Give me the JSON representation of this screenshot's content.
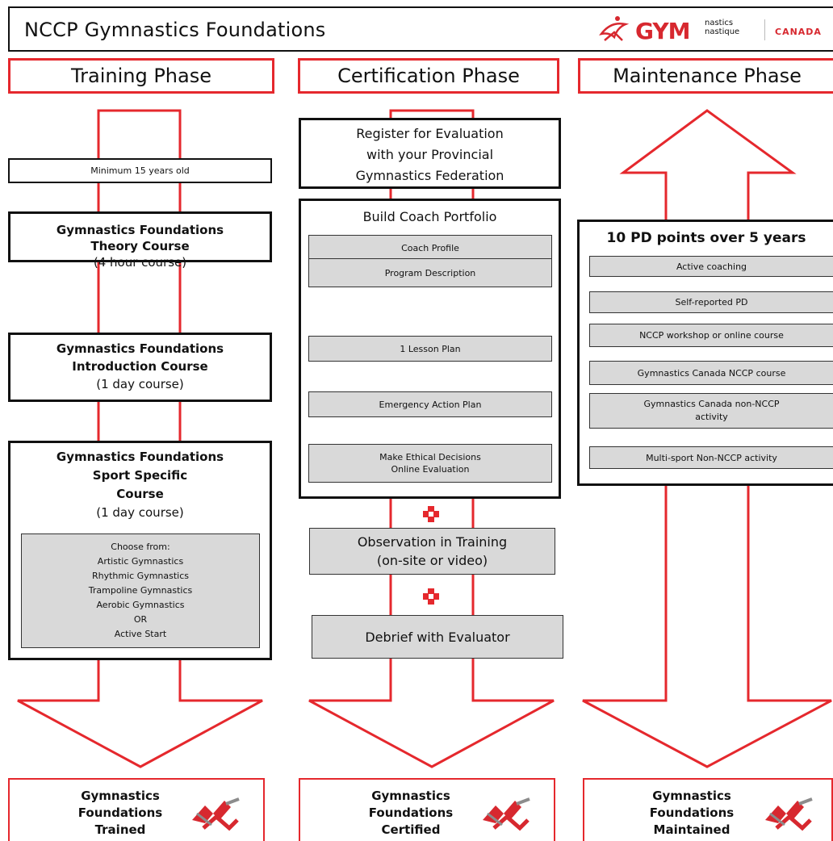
{
  "header": {
    "title": "NCCP Gymnastics Foundations",
    "logo_main": "GYM",
    "logo_small_top": "nastics",
    "logo_small_bottom": "nastique",
    "logo_country": "CANADA"
  },
  "phases": {
    "training": "Training Phase",
    "certification": "Certification Phase",
    "maintenance": "Maintenance Phase"
  },
  "training": {
    "min_age": "Minimum 15 years old",
    "theory": {
      "title1": "Gymnastics Foundations",
      "title2": "Theory Course",
      "duration": "(4 hour course)"
    },
    "intro": {
      "title1": "Gymnastics Foundations",
      "title2": "Introduction Course",
      "duration": "(1 day course)"
    },
    "sport": {
      "title1": "Gymnastics Foundations",
      "title2": "Sport Specific",
      "title3": "Course",
      "duration": "(1 day course)"
    },
    "choose": [
      "Choose from:",
      "Artistic Gymnastics",
      "Rhythmic Gymnastics",
      "Trampoline Gymnastics",
      "Aerobic Gymnastics",
      "OR",
      "Active Start"
    ]
  },
  "certification": {
    "register": [
      "Register for Evaluation",
      "with your Provincial",
      "Gymnastics Federation"
    ],
    "portfolio_title": "Build Coach Portfolio",
    "portfolio_items": [
      "Coach Profile",
      "Program Description",
      "1 Lesson Plan",
      "Emergency Action Plan"
    ],
    "ethics": [
      "Make Ethical Decisions",
      "Online Evaluation"
    ],
    "observation": [
      "Observation in Training",
      "(on-site or video)"
    ],
    "debrief": "Debrief with Evaluator"
  },
  "maintenance": {
    "title": "10 PD points over 5 years",
    "items": [
      "Active coaching",
      "Self-reported PD",
      "NCCP workshop or online course",
      "Gymnastics Canada NCCP course"
    ],
    "item5": [
      "Gymnastics Canada non-NCCP",
      "activity"
    ],
    "item6": "Multi-sport Non-NCCP activity"
  },
  "outcomes": {
    "trained": [
      "Gymnastics",
      "Foundations",
      "Trained"
    ],
    "certified": [
      "Gymnastics",
      "Foundations",
      "Certified"
    ],
    "maintained": [
      "Gymnastics",
      "Foundations",
      "Maintained"
    ]
  },
  "colors": {
    "accent": "#e5282d",
    "box_gray": "#d9d9d9",
    "border_dark": "#111111"
  }
}
